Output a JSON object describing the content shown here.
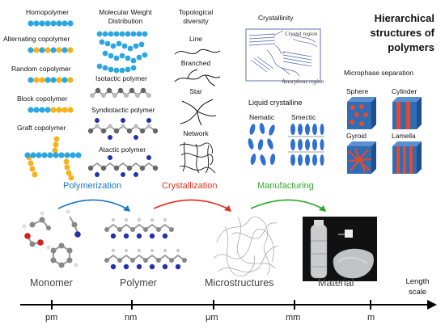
{
  "title": "Hierarchical structures of polymers",
  "title_lines": [
    "Hierarchical",
    "structures of",
    "polymers"
  ],
  "sequences": [
    "Homopolymer",
    "Alternating copolymer",
    "Random copolymer",
    "Block copolymer",
    "Graft copolymer"
  ],
  "mwd": {
    "line1": "Molecular Weight",
    "line2": "Distribution"
  },
  "tacticity": [
    "Isotactic polymer",
    "Syndiotactic polymer",
    "Atactic polymer"
  ],
  "topology": {
    "title1": "Topological",
    "title2": "diversity",
    "items": [
      "Line",
      "Branched",
      "Star",
      "Network"
    ]
  },
  "crystallinity": {
    "title": "Crystallinity",
    "crystal_region": "Crystal region",
    "amorphous_region": "Amorphous region"
  },
  "liquid_crystalline": {
    "title": "Liquid crystalline",
    "nematic": "Nematic",
    "smectic": "Smectic"
  },
  "microphase": {
    "title": "Microphase separation",
    "items": [
      "Sphere",
      "Cylinder",
      "Gyroid",
      "Lamella"
    ]
  },
  "processes": [
    "Polymerization",
    "Crystallization",
    "Manufacturing"
  ],
  "stages": [
    "Monomer",
    "Polymer",
    "Microstructures",
    "Material"
  ],
  "scale": {
    "label1": "Length",
    "label2": "scale",
    "ticks": [
      "pm",
      "nm",
      "μm",
      "mm",
      "m"
    ]
  },
  "colors": {
    "blue": "#2aa6e0",
    "orange": "#f5b21c",
    "arrow_blue": "#1a78c2",
    "arrow_red": "#e0301e",
    "arrow_green": "#2ea82e",
    "phase_blue": "#2f6db5",
    "phase_red": "#e8492d"
  }
}
